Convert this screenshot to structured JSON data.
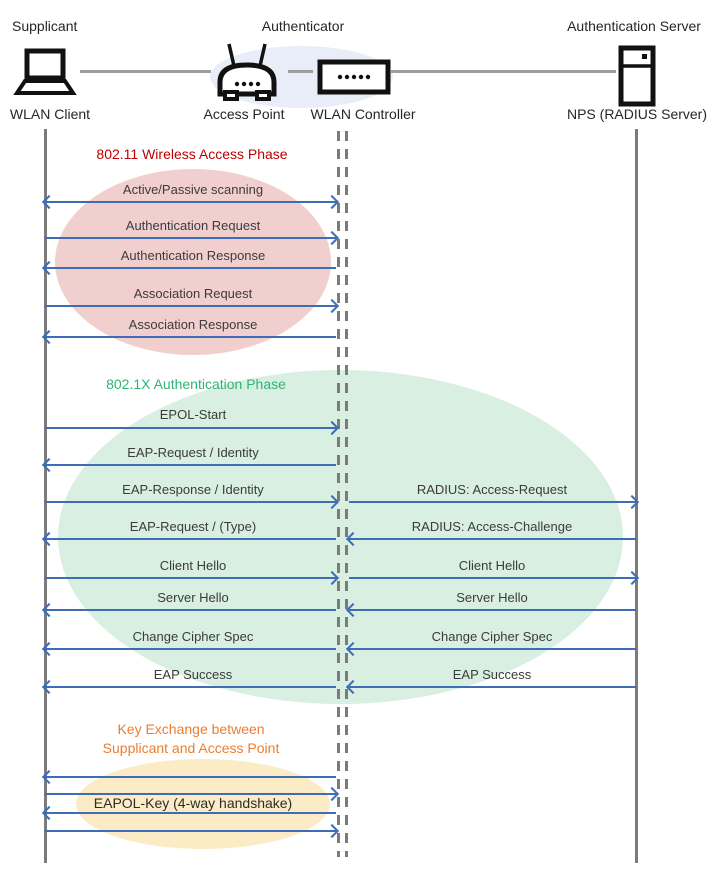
{
  "roles": [
    {
      "label": "Supplicant"
    },
    {
      "label": "Authenticator"
    },
    {
      "label": "Authentication Server"
    }
  ],
  "devices": [
    {
      "label": "WLAN Client",
      "icon": "laptop-icon"
    },
    {
      "label": "Access Point",
      "icon": "access-point-icon"
    },
    {
      "label": "WLAN Controller",
      "icon": "wlan-controller-icon"
    },
    {
      "label": "NPS (RADIUS Server)",
      "icon": "server-icon"
    }
  ],
  "phases": [
    {
      "title": "802.11 Wireless Access Phase",
      "title_color": "#C00000",
      "ellipse_fill": "#F2CFCF"
    },
    {
      "title": "802.1X Authentication Phase",
      "title_color": "#2EB573",
      "ellipse_fill": "#D8EFE2"
    },
    {
      "title_line1": "Key Exchange between",
      "title_line2": "Supplicant and Access Point",
      "title_color": "#ED7D31",
      "ellipse_fill": "#FCECC5"
    }
  ],
  "messages": [
    {
      "label": "Active/Passive scanning",
      "segment": "client-controller",
      "direction": "both"
    },
    {
      "label": "Authentication Request",
      "segment": "client-controller",
      "direction": "right"
    },
    {
      "label": "Authentication Response",
      "segment": "client-controller",
      "direction": "left"
    },
    {
      "label": "Association Request",
      "segment": "client-controller",
      "direction": "right"
    },
    {
      "label": "Association Response",
      "segment": "client-controller",
      "direction": "left"
    },
    {
      "label": "EPOL-Start",
      "segment": "client-controller",
      "direction": "right"
    },
    {
      "label": "EAP-Request / Identity",
      "segment": "client-controller",
      "direction": "left"
    },
    {
      "label": "EAP-Response / Identity",
      "segment": "client-controller",
      "direction": "right"
    },
    {
      "label": "EAP-Request / (Type)",
      "segment": "client-controller",
      "direction": "left"
    },
    {
      "label": "Client Hello",
      "segment": "client-controller",
      "direction": "right"
    },
    {
      "label": "Server Hello",
      "segment": "client-controller",
      "direction": "left"
    },
    {
      "label": "Change Cipher Spec",
      "segment": "client-controller",
      "direction": "left"
    },
    {
      "label": "EAP Success",
      "segment": "client-controller",
      "direction": "left"
    },
    {
      "label": "RADIUS: Access-Request",
      "segment": "controller-server",
      "direction": "right"
    },
    {
      "label": "RADIUS: Access-Challenge",
      "segment": "controller-server",
      "direction": "left"
    },
    {
      "label": "Client Hello",
      "segment": "controller-server",
      "direction": "right"
    },
    {
      "label": "Server Hello",
      "segment": "controller-server",
      "direction": "left"
    },
    {
      "label": "Change Cipher Spec",
      "segment": "controller-server",
      "direction": "left"
    },
    {
      "label": "EAP Success",
      "segment": "controller-server",
      "direction": "left"
    },
    {
      "label": "EAPOL-Key (4-way handshake)",
      "segment": "client-controller",
      "direction": "left,right,left,right"
    }
  ],
  "colors": {
    "arrow": "#3E6CB5",
    "lifeline": "#7B7B7B",
    "connector": "#9E9E9E",
    "red_title": "#C00000",
    "green_title": "#2EB573",
    "orange_title": "#ED7D31"
  }
}
